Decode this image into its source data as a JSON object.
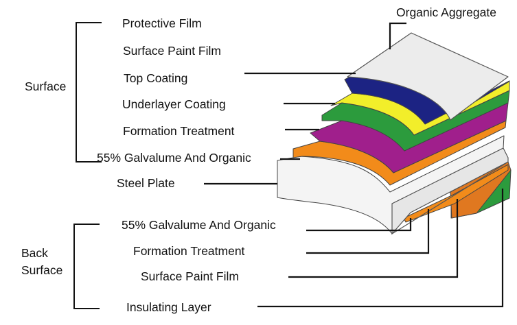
{
  "colors": {
    "organic_aggregate": "#ececec",
    "top_coating": "#1c2383",
    "underlayer_coating": "#f2ee2a",
    "formation_treatment": "#2c9b3d",
    "galvalume_organic": "#a01f8c",
    "steel_plate_zinc": "#f28b1a",
    "steel_plate": "#f4f4f4",
    "back_formation": "#e07820",
    "back_paint": "#f2ee2a",
    "insulating_layer": "#2c9b3d"
  },
  "groups": {
    "surface": "Surface",
    "back_surface_line1": "Back",
    "back_surface_line2": "Surface"
  },
  "labels": {
    "organic_aggregate": "Organic Aggregate",
    "protective_film": "Protective Film",
    "surface_paint_film": "Surface Paint Film",
    "top_coating": "Top Coating",
    "underlayer_coating": "Underlayer Coating",
    "formation_treatment": "Formation Treatment",
    "galvalume_organic": "55% Galvalume And Organic",
    "steel_plate": "Steel Plate",
    "back_galvalume_organic": "55% Galvalume And Organic",
    "back_formation_treatment": "Formation Treatment",
    "back_surface_paint_film": "Surface Paint Film",
    "insulating_layer": "Insulating Layer"
  }
}
